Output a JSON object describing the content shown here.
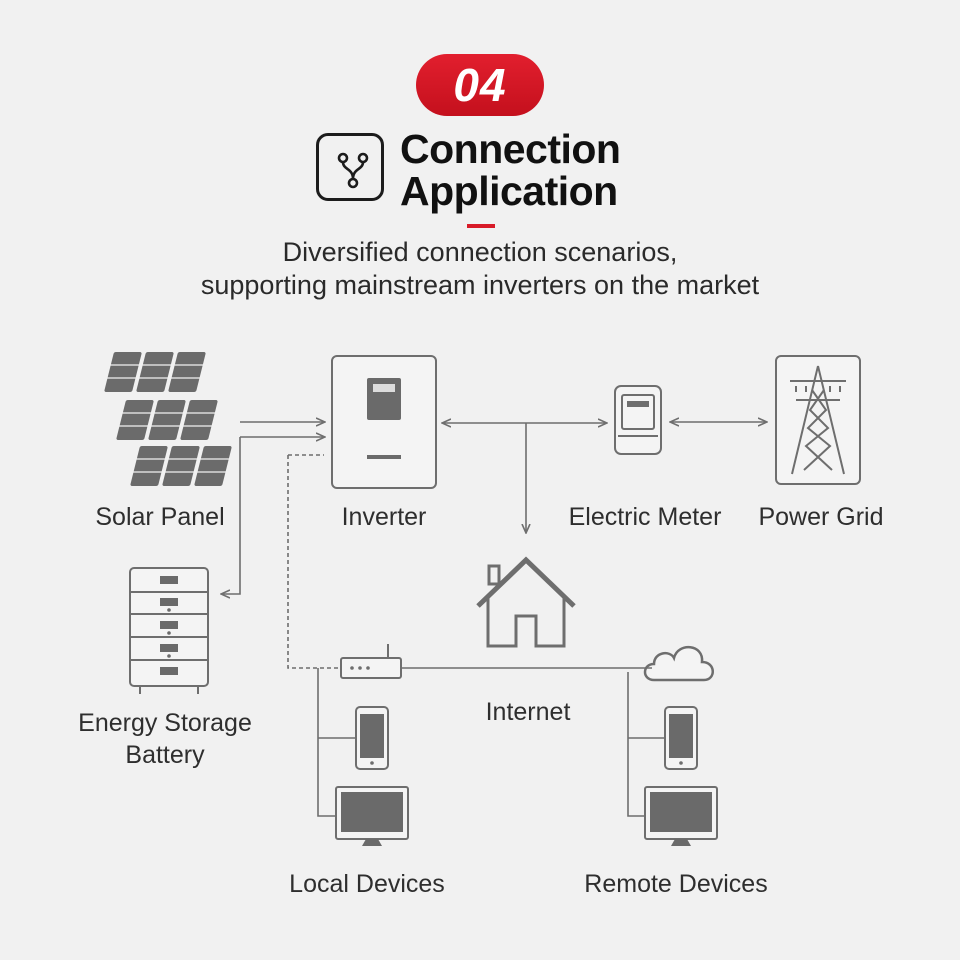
{
  "badge": {
    "number": "04"
  },
  "title": {
    "line1": "Connection",
    "line2": "Application"
  },
  "subtitle": {
    "line1": "Diversified connection scenarios,",
    "line2": "supporting mainstream inverters on the market"
  },
  "nodes": {
    "solar_panel": "Solar Panel",
    "inverter": "Inverter",
    "electric_meter": "Electric Meter",
    "power_grid": "Power Grid",
    "battery_line1": "Energy Storage",
    "battery_line2": "Battery",
    "internet": "Internet",
    "local_devices": "Local Devices",
    "remote_devices": "Remote Devices"
  },
  "icons": [
    "branch-icon",
    "solar-panel-icon",
    "inverter-icon",
    "electric-meter-icon",
    "power-tower-icon",
    "battery-stack-icon",
    "house-icon",
    "router-icon",
    "cloud-icon",
    "phone-icon",
    "monitor-icon"
  ],
  "colors": {
    "accent": "#d81b28",
    "line": "#6e6e6e",
    "icon": "#5a5a5a",
    "background": "#f1f1f1"
  }
}
